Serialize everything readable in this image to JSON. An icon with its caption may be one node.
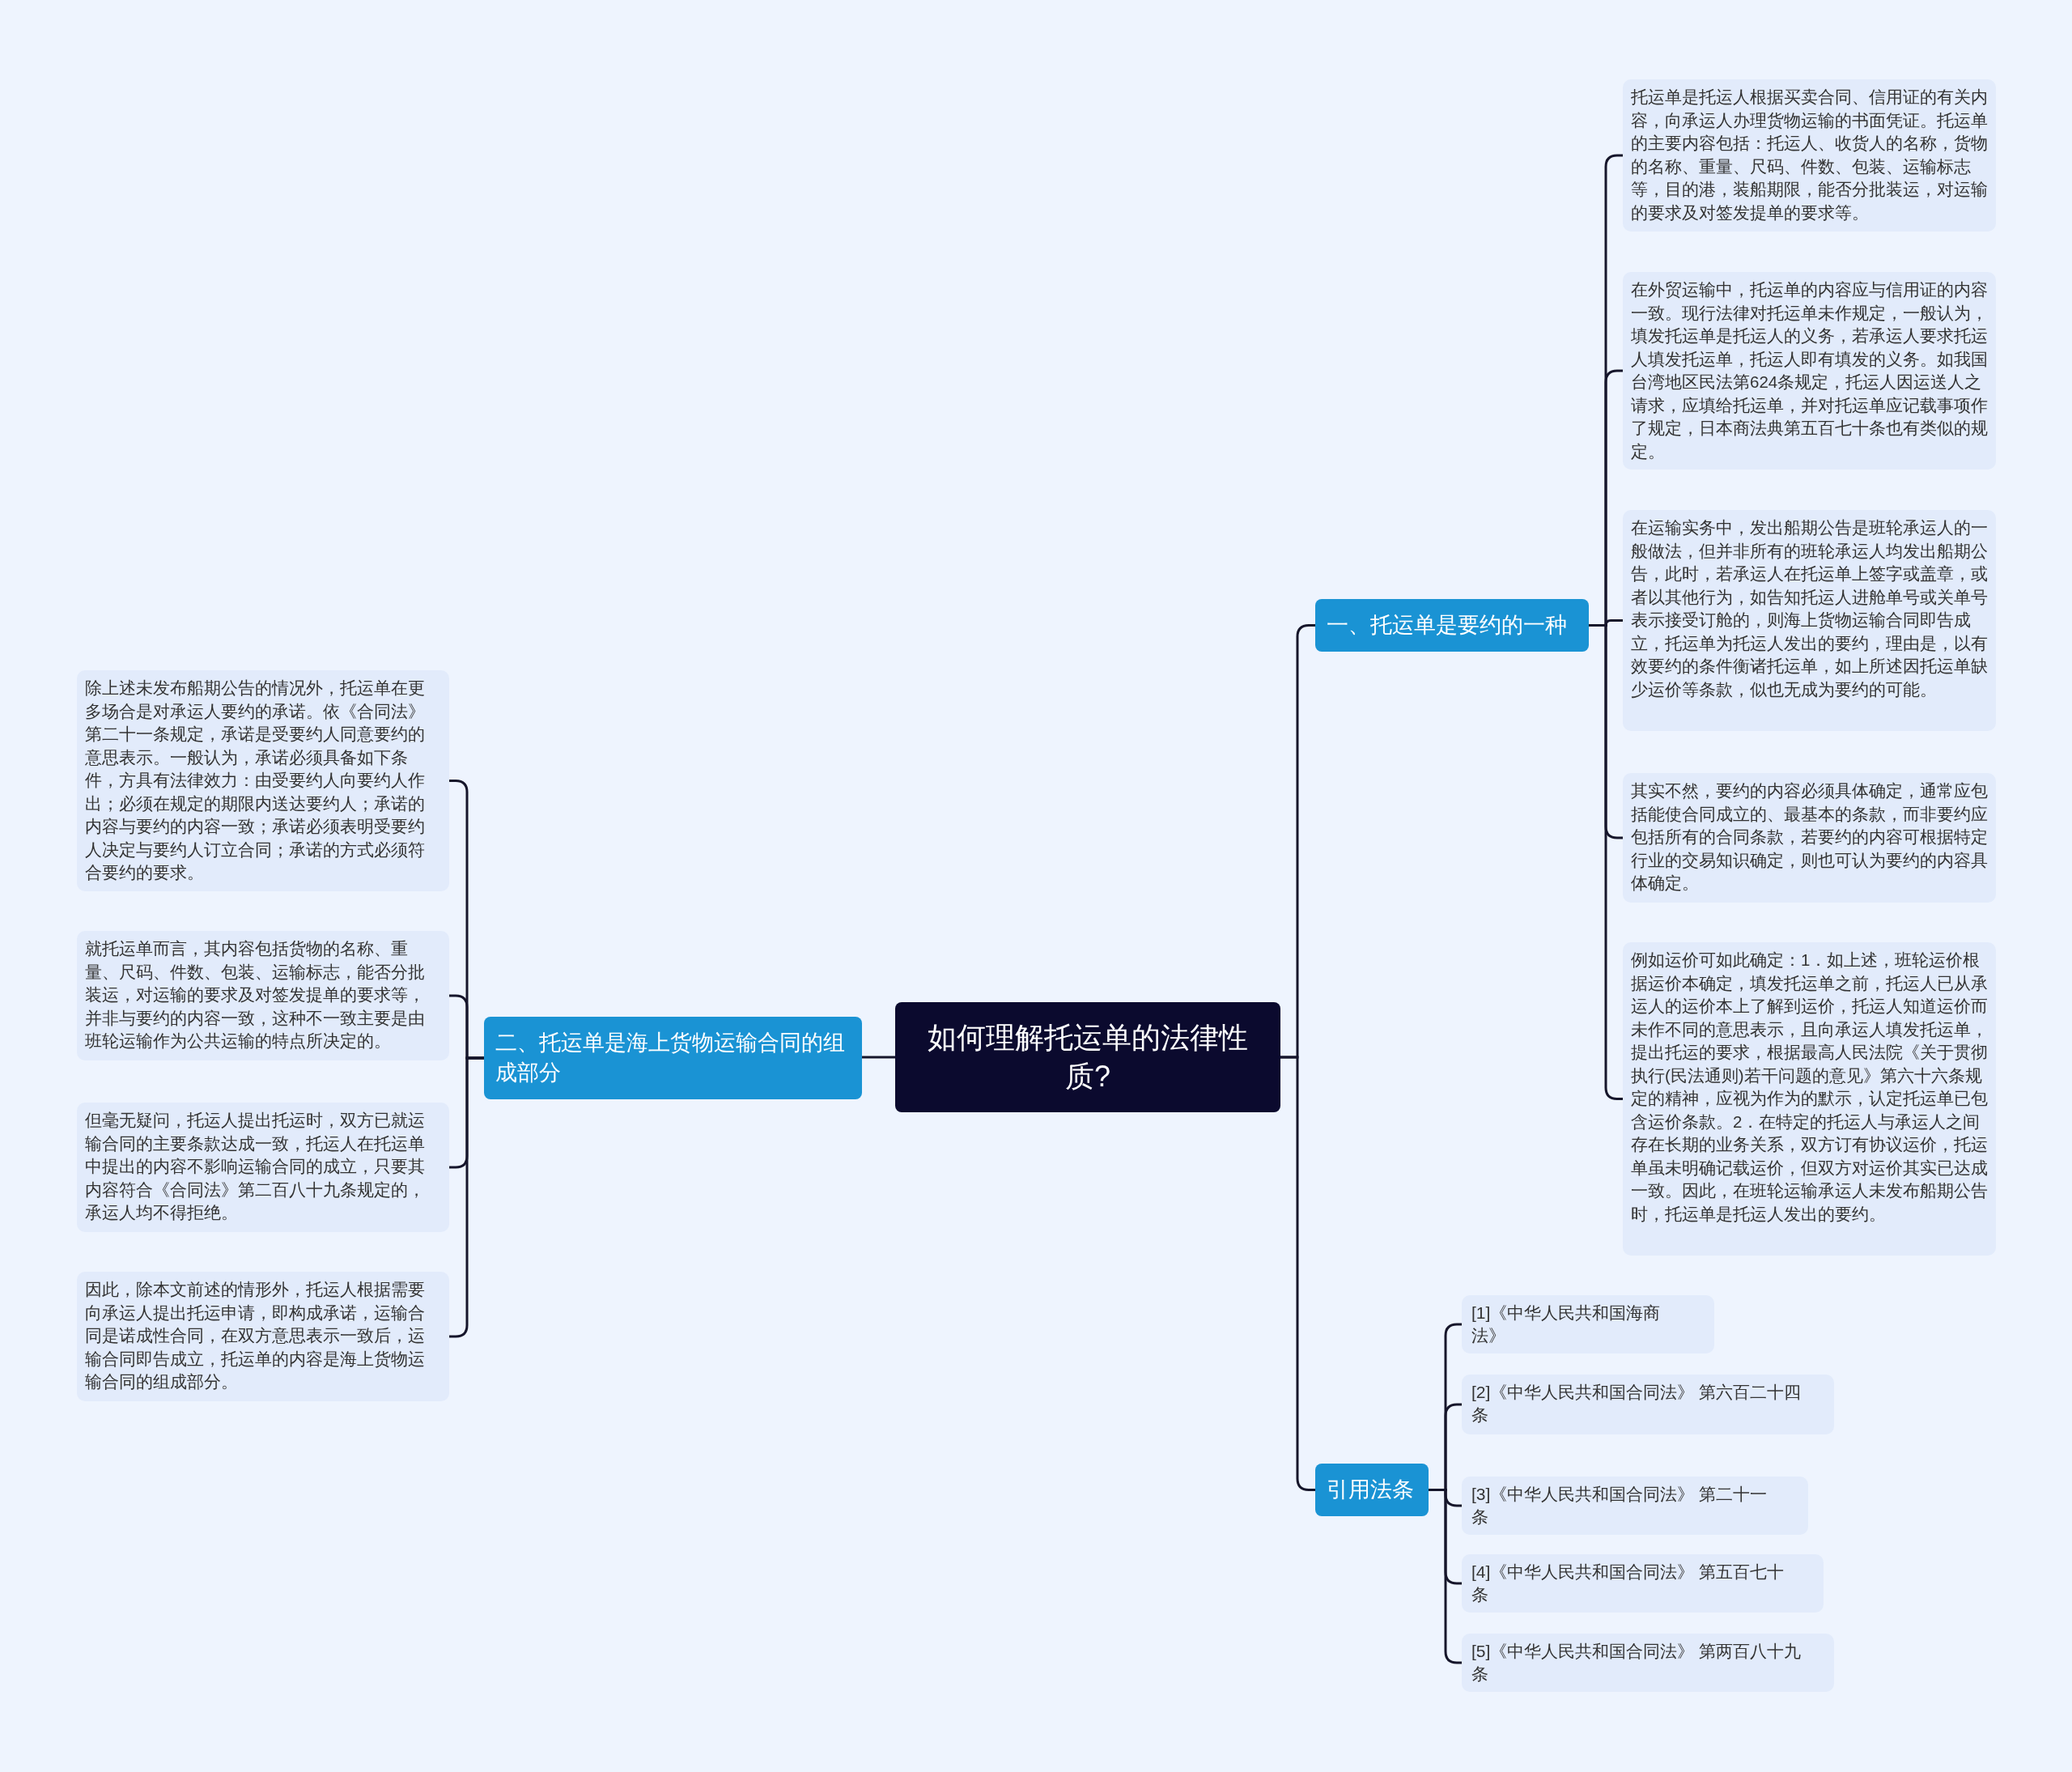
{
  "diagram": {
    "nodes": [
      {
        "text": [
          "如何理解托运单的法律性质?"
        ]
      },
      {
        "text": [
          "一、托运单是要约的一种"
        ]
      },
      {
        "text": [
          "托运单是托运人根据买卖合同、信用证的有关内容，向承运人办理货物运输的书面凭证。托运单的主要内容包括：托运人、收货人的名称，货物的名称、重量、尺码、件数、包装、运输标志等，目的港，装船期限，能否分批装运，对运输的要求及对签发提单的要求等。"
        ]
      },
      {
        "text": [
          "在外贸运输中，托运单的内容应与信用证的内容一致。现行法律对托运单未作规定，一般认为，填发托运单是托运人的义务，若承运人要求托运人填发托运单，托运人即有填发的义务。如我国台湾地区民法第624条规定，托运人因运送人之请求，应填给托运单，并对托运单应记载事项作了规定，日本商法典第五百七十条也有类似的规定。"
        ]
      },
      {
        "text": [
          "在运输实务中，发出船期公告是班轮承运人的一般做法，但并非所有的班轮承运人均发出船期公告，此时，若承运人在托运单上签字或盖章，或者以其他行为，如告知托运人进舱单号或关单号表示接受订舱的，则海上货物运输合同即告成立，托运单为托运人发出的要约，理由是，以有效要约的条件衡诸托运单，如上所述因托运单缺少运价等条款，似也无成为要约的可能。"
        ]
      },
      {
        "text": [
          "其实不然，要约的内容必须具体确定，通常应包括能使合同成立的、最基本的条款，而非要约应包括所有的合同条款，若要约的内容可根据特定行业的交易知识确定，则也可认为要约的内容具体确定。"
        ]
      },
      {
        "text": [
          "例如运价可如此确定：1．如上述，班轮运价根据运价本确定，填发托运单之前，托运人已从承运人的运价本上了解到运价，托运人知道运价而未作不同的意思表示，且向承运人填发托运单，提出托运的要求，根据最高人民法院《关于贯彻执行(民法通则)若干问题的意见》第六十六条规定的精神，应视为作为的默示，认定托运单已包含运价条款。2．在特定的托运人与承运人之间存在长期的业务关系，双方订有协议运价，托运单虽未明确记载运价，但双方对运价其实已达成一致。因此，在班轮运输承运人未发布船期公告时，托运单是托运人发出的要约。"
        ]
      },
      {
        "text": [
          "二、托运单是海上货物运输合同的组成部分"
        ]
      },
      {
        "text": [
          "除上述未发布船期公告的情况外，托运单在更多场合是对承运人要约的承诺。依《合同法》第二十一条规定，承诺是受要约人同意要约的意思表示。一般认为，承诺必须具备如下条件，方具有法律效力：由受要约人向要约人作出；必须在规定的期限内送达要约人；承诺的内容与要约的内容一致；承诺必须表明受要约人决定与要约人订立合同；承诺的方式必须符合要约的要求。"
        ]
      },
      {
        "text": [
          "就托运单而言，其内容包括货物的名称、重量、尺码、件数、包装、运输标志，能否分批装运，对运输的要求及对签发提单的要求等，并非与要约的内容一致，这种不一致主要是由班轮运输作为公共运输的特点所决定的。"
        ]
      },
      {
        "text": [
          "但毫无疑问，托运人提出托运时，双方已就运输合同的主要条款达成一致，托运人在托运单中提出的内容不影响运输合同的成立，只要其内容符合《合同法》第二百八十九条规定的，承运人均不得拒绝。"
        ]
      },
      {
        "text": [
          "因此，除本文前述的情形外，托运人根据需要向承运人提出托运申请，即构成承诺，运输合同是诺成性合同，在双方意思表示一致后，运输合同即告成立，托运单的内容是海上货物运输合同的组成部分。"
        ]
      },
      {
        "text": [
          "引用法条"
        ]
      },
      {
        "text": [
          "[1]《中华人民共和国海商法》"
        ]
      },
      {
        "text": [
          "[2]《中华人民共和国合同法》 第六百二十四条"
        ]
      },
      {
        "text": [
          "[3]《中华人民共和国合同法》 第二十一条"
        ]
      },
      {
        "text": [
          "[4]《中华人民共和国合同法》 第五百七十条"
        ]
      },
      {
        "text": [
          "[5]《中华人民共和国合同法》 第两百八十九条"
        ]
      }
    ],
    "edges": [
      {
        "from": 0,
        "to": 1,
        "arrow": "none"
      },
      {
        "from": 1,
        "to": 2,
        "arrow": "none"
      },
      {
        "from": 1,
        "to": 3,
        "arrow": "none"
      },
      {
        "from": 1,
        "to": 4,
        "arrow": "none"
      },
      {
        "from": 1,
        "to": 5,
        "arrow": "none"
      },
      {
        "from": 1,
        "to": 6,
        "arrow": "none"
      },
      {
        "from": 0,
        "to": 7,
        "arrow": "none"
      },
      {
        "from": 7,
        "to": 8,
        "arrow": "none"
      },
      {
        "from": 7,
        "to": 9,
        "arrow": "none"
      },
      {
        "from": 7,
        "to": 10,
        "arrow": "none"
      },
      {
        "from": 7,
        "to": 11,
        "arrow": "none"
      },
      {
        "from": 0,
        "to": 12,
        "arrow": "none"
      },
      {
        "from": 12,
        "to": 13,
        "arrow": "none"
      },
      {
        "from": 12,
        "to": 14,
        "arrow": "none"
      },
      {
        "from": 12,
        "to": 15,
        "arrow": "none"
      },
      {
        "from": 12,
        "to": 16,
        "arrow": "none"
      },
      {
        "from": 12,
        "to": 17,
        "arrow": "none"
      }
    ]
  }
}
